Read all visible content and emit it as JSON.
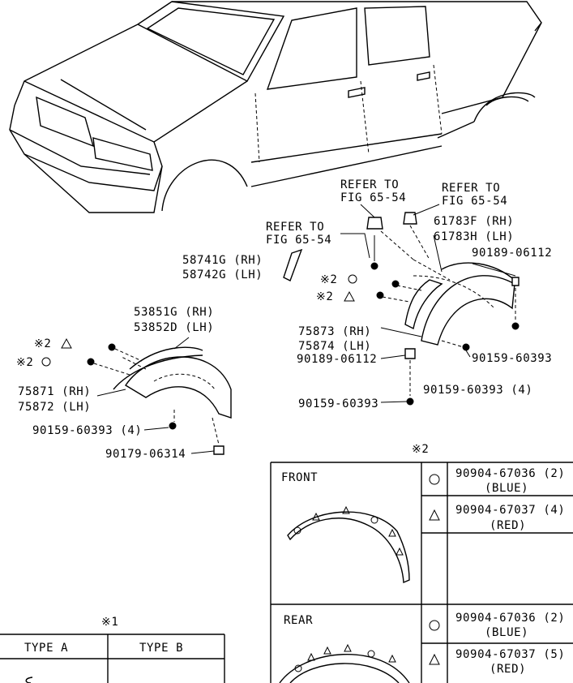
{
  "callouts": {
    "refer_a": [
      "REFER TO",
      "FIG 65-54"
    ],
    "refer_b": [
      "REFER TO",
      "FIG 65-54"
    ],
    "refer_c": [
      "REFER TO",
      "FIG 65-54"
    ],
    "p61783": [
      "61783F (RH)",
      "61783H (LH)"
    ],
    "p58741": [
      "58741G (RH)",
      "58742G (LH)"
    ],
    "p90189_a": "90189-06112",
    "mark2_circle_front": "※2",
    "mark2_triangle_front": "※2",
    "p75873": [
      "75873 (RH)",
      "75874 (LH)"
    ],
    "p90189_b": "90189-06112",
    "p90159_a": "90159-60393",
    "p90159_b": "90159-60393 (4)",
    "p90159_c": "90159-60393",
    "p53851": [
      "53851G (RH)",
      "53852D (LH)"
    ],
    "mark2_triangle_left": "※2",
    "mark2_circle_left": "※2",
    "p75871": [
      "75871 (RH)",
      "75872 (LH)"
    ],
    "p90159_d": "90159-60393 (4)",
    "p90179": "90179-06314"
  },
  "legend_table": {
    "title": "※2",
    "rows": [
      {
        "section": "FRONT",
        "items": [
          {
            "symbol": "circle",
            "part": "90904-67036 (2)",
            "color": "(BLUE)"
          },
          {
            "symbol": "triangle",
            "part": "90904-67037 (4)",
            "color": "(RED)"
          }
        ]
      },
      {
        "section": "REAR",
        "items": [
          {
            "symbol": "circle",
            "part": "90904-67036 (2)",
            "color": "(BLUE)"
          },
          {
            "symbol": "triangle",
            "part": "90904-67037 (5)",
            "color": "(RED)"
          }
        ]
      }
    ]
  },
  "type_table": {
    "title": "※1",
    "headers": [
      "TYPE A",
      "TYPE B"
    ]
  }
}
